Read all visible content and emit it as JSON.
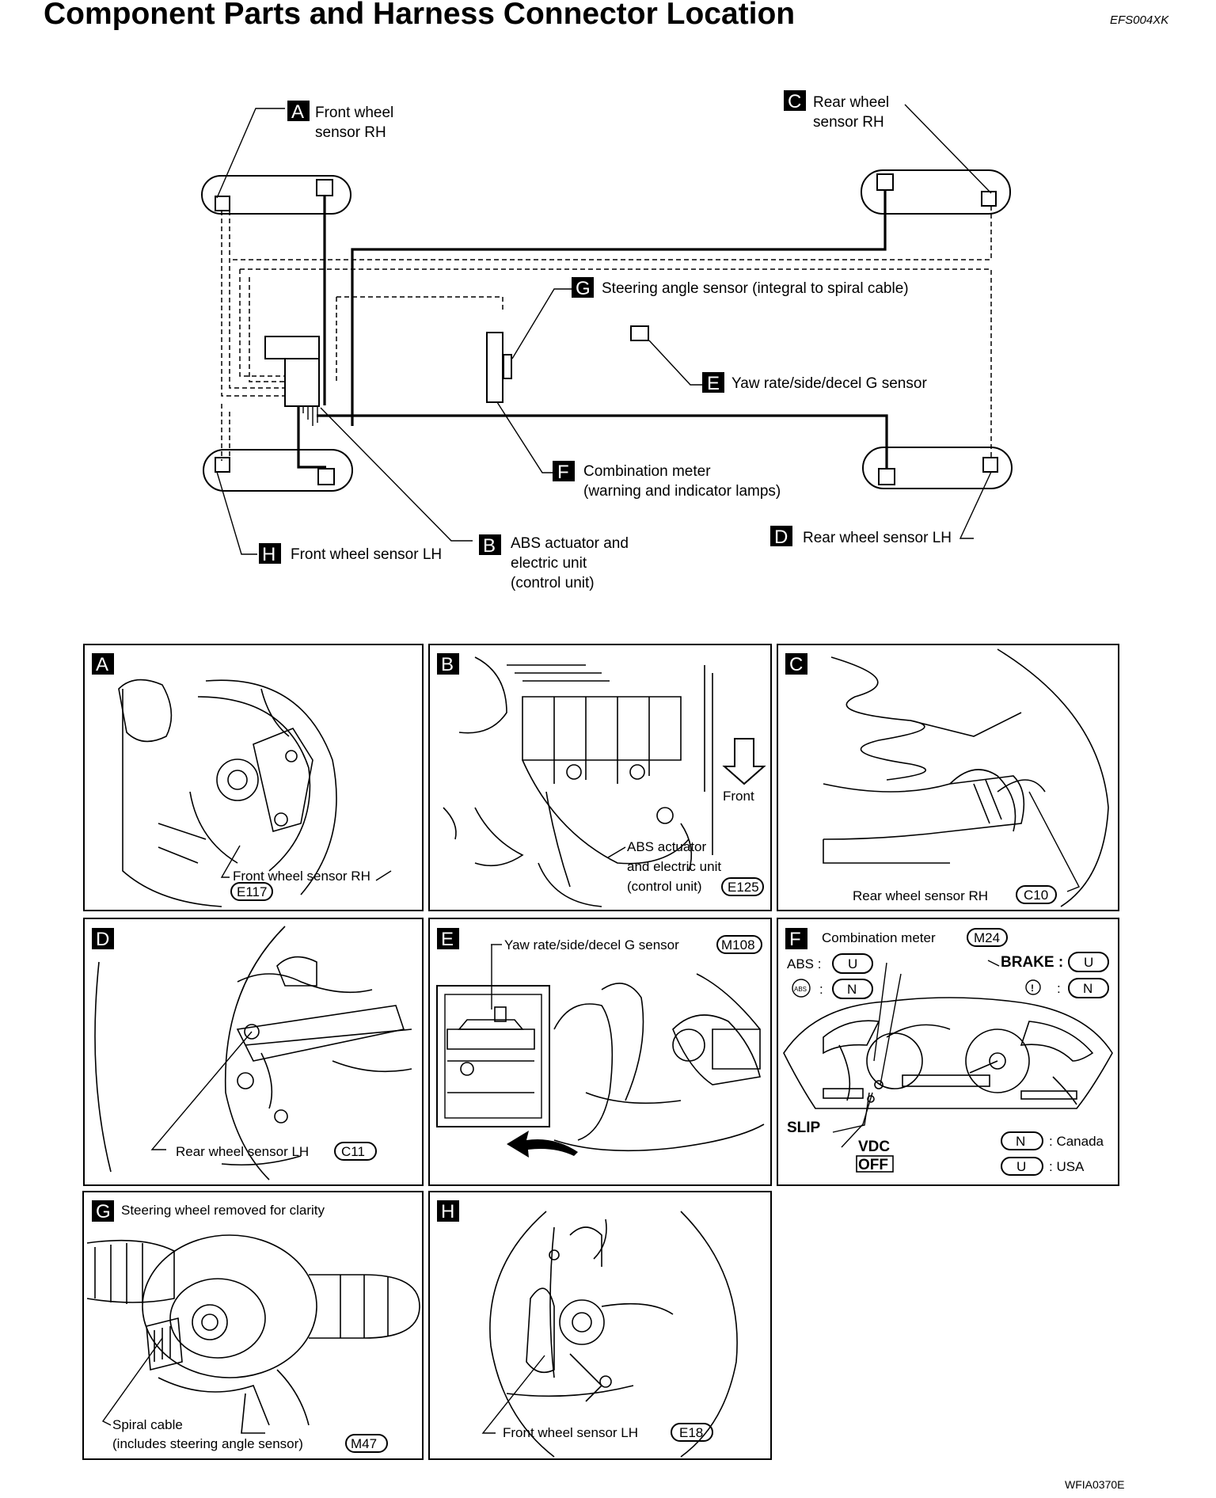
{
  "header": {
    "title": "Component Parts and Harness Connector Location",
    "doc_code": "EFS004XK"
  },
  "overview": {
    "A": {
      "letter": "A",
      "lines": [
        "Front wheel",
        "sensor RH"
      ]
    },
    "C": {
      "letter": "C",
      "lines": [
        "Rear wheel",
        "sensor RH"
      ]
    },
    "G": {
      "letter": "G",
      "lines": [
        "Steering angle sensor (integral to spiral cable)"
      ]
    },
    "E": {
      "letter": "E",
      "lines": [
        "Yaw rate/side/decel G sensor"
      ]
    },
    "F": {
      "letter": "F",
      "lines": [
        "Combination meter",
        "(warning and indicator lamps)"
      ]
    },
    "H": {
      "letter": "H",
      "lines": [
        "Front wheel sensor LH"
      ]
    },
    "B": {
      "letter": "B",
      "lines": [
        "ABS actuator and",
        "electric unit",
        "(control unit)"
      ]
    },
    "D": {
      "letter": "D",
      "lines": [
        "Rear wheel sensor LH"
      ]
    }
  },
  "panels": {
    "A": {
      "letter": "A",
      "caption": "Front wheel sensor RH",
      "connector": "E117"
    },
    "B": {
      "letter": "B",
      "direction": "Front",
      "caption_lines": [
        "ABS actuator",
        "and electric unit",
        "(control unit)"
      ],
      "connector": "E125"
    },
    "C": {
      "letter": "C",
      "caption": "Rear wheel sensor RH",
      "connector": "C10"
    },
    "D": {
      "letter": "D",
      "caption": "Rear wheel sensor LH",
      "connector": "C11"
    },
    "E": {
      "letter": "E",
      "caption": "Yaw rate/side/decel G sensor",
      "connector": "M108"
    },
    "F": {
      "letter": "F",
      "caption": "Combination meter",
      "connector": "M24",
      "abs_label": "ABS :",
      "abs_u": "U",
      "abs_icon": "ABS",
      "abs_n": "N",
      "brake_label": "BRAKE :",
      "brake_u": "U",
      "brake_icon": "!",
      "brake_n": "N",
      "slip": "SLIP",
      "vdc": "VDC",
      "off": "OFF",
      "legend": [
        {
          "key": "N",
          "text": ": Canada"
        },
        {
          "key": "U",
          "text": ": USA"
        }
      ]
    },
    "G": {
      "letter": "G",
      "heading": "Steering wheel removed for clarity",
      "caption_lines": [
        "Spiral cable",
        "(includes steering angle sensor)"
      ],
      "connector": "M47"
    },
    "H": {
      "letter": "H",
      "caption": "Front wheel sensor LH",
      "connector": "E18"
    }
  },
  "footer": {
    "figure_code": "WFIA0370E"
  }
}
